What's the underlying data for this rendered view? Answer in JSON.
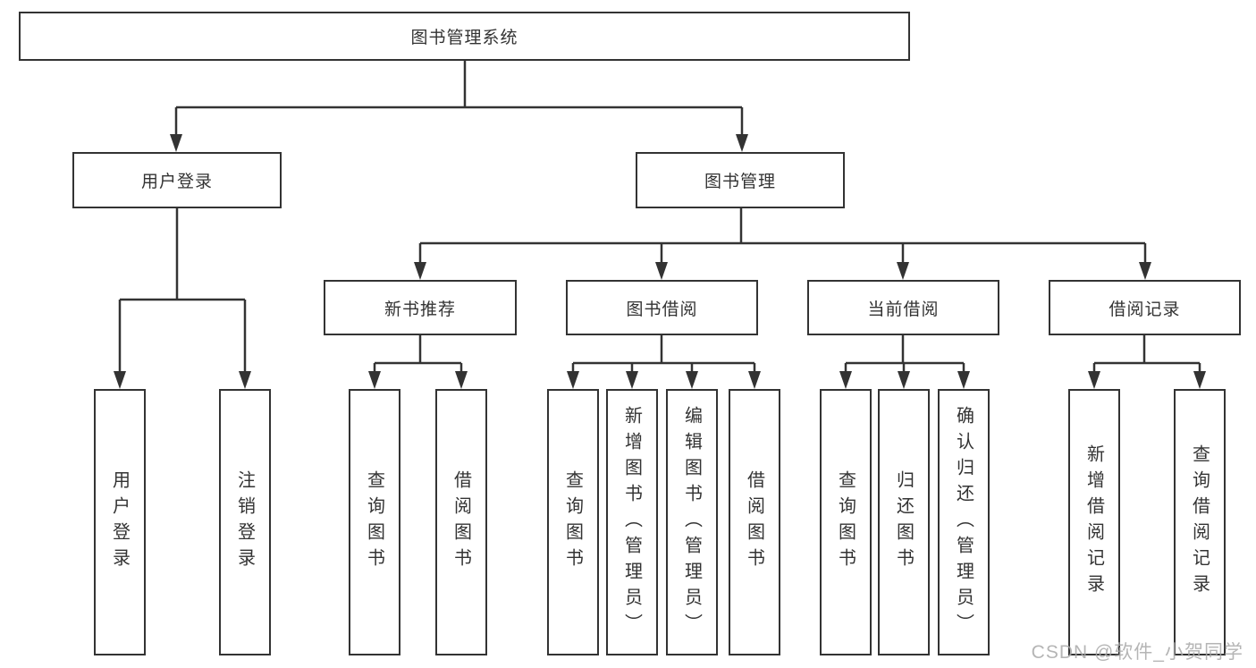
{
  "diagram": {
    "root": {
      "label": "图书管理系统"
    },
    "branches": [
      {
        "label": "用户登录",
        "children": [
          {
            "label": "用户登录"
          },
          {
            "label": "注销登录"
          }
        ]
      },
      {
        "label": "图书管理",
        "children": [
          {
            "label": "新书推荐",
            "children": [
              {
                "label": "查询图书"
              },
              {
                "label": "借阅图书"
              }
            ]
          },
          {
            "label": "图书借阅",
            "children": [
              {
                "label": "查询图书"
              },
              {
                "label": "新增图书（管理员）"
              },
              {
                "label": "编辑图书（管理员）"
              },
              {
                "label": "借阅图书"
              }
            ]
          },
          {
            "label": "当前借阅",
            "children": [
              {
                "label": "查询图书"
              },
              {
                "label": "归还图书"
              },
              {
                "label": "确认归还（管理员）"
              }
            ]
          },
          {
            "label": "借阅记录",
            "children": [
              {
                "label": "新增借阅记录"
              },
              {
                "label": "查询借阅记录"
              }
            ]
          }
        ]
      }
    ]
  },
  "watermark": {
    "text": "CSDN @软件_小贺同学"
  },
  "colors": {
    "line_color": "#333333",
    "text_color": "#333333",
    "background": "#ffffff",
    "watermark_color": "#a9a9a9"
  }
}
